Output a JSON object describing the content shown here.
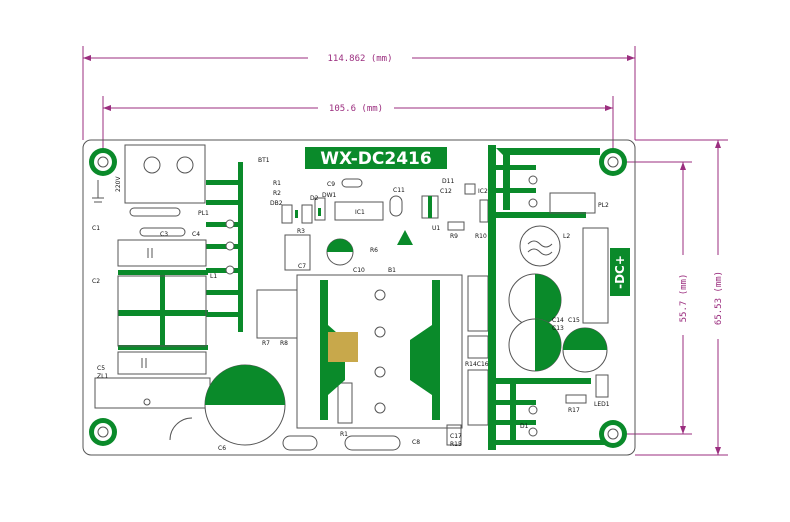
{
  "title": "WX-DC2416",
  "dc_label": "-DC+",
  "colors": {
    "trace": "#0a8a2a",
    "dimension": "#9b2e7f",
    "outline": "#555555",
    "gold": "#c8a84b"
  },
  "dimensions": {
    "overall_width": "114.862 (mm)",
    "hole_width": "105.6 (mm)",
    "hole_height": "55.7 (mm)",
    "overall_height": "65.53 (mm)"
  },
  "components": [
    {
      "name": "BT1",
      "text": "BT1"
    },
    {
      "name": "R1",
      "text": "R1"
    },
    {
      "name": "R2",
      "text": "R2"
    },
    {
      "name": "DB2",
      "text": "DB2"
    },
    {
      "name": "D2",
      "text": "D2"
    },
    {
      "name": "DW1",
      "text": "DW1"
    },
    {
      "name": "C9",
      "text": "C9"
    },
    {
      "name": "C11",
      "text": "C11"
    },
    {
      "name": "D11",
      "text": "D11"
    },
    {
      "name": "C12",
      "text": "C12"
    },
    {
      "name": "IC2",
      "text": "IC2"
    },
    {
      "name": "IC1",
      "text": "IC1"
    },
    {
      "name": "U1",
      "text": "U1"
    },
    {
      "name": "R9",
      "text": "R9"
    },
    {
      "name": "R10",
      "text": "R10"
    },
    {
      "name": "PL1",
      "text": "PL1"
    },
    {
      "name": "PL2",
      "text": "PL2"
    },
    {
      "name": "C1",
      "text": "C1"
    },
    {
      "name": "C2",
      "text": "C2"
    },
    {
      "name": "C3",
      "text": "C3"
    },
    {
      "name": "C4",
      "text": "C4"
    },
    {
      "name": "L1",
      "text": "L1"
    },
    {
      "name": "L2",
      "text": "L2"
    },
    {
      "name": "R3",
      "text": "R3"
    },
    {
      "name": "R6",
      "text": "R6"
    },
    {
      "name": "C7",
      "text": "C7"
    },
    {
      "name": "C10",
      "text": "C10"
    },
    {
      "name": "B1",
      "text": "B1"
    },
    {
      "name": "R7",
      "text": "R7"
    },
    {
      "name": "R8",
      "text": "R8"
    },
    {
      "name": "C14",
      "text": "C14"
    },
    {
      "name": "C13",
      "text": "C13"
    },
    {
      "name": "C15",
      "text": "C15"
    },
    {
      "name": "R14C16",
      "text": "R14C16"
    },
    {
      "name": "C5",
      "text": "C5"
    },
    {
      "name": "ZL1",
      "text": "ZL1"
    },
    {
      "name": "C6",
      "text": "C6"
    },
    {
      "name": "R1b",
      "text": "R1"
    },
    {
      "name": "C8",
      "text": "C8"
    },
    {
      "name": "C17",
      "text": "C17"
    },
    {
      "name": "R15",
      "text": "R15"
    },
    {
      "name": "R17",
      "text": "R17"
    },
    {
      "name": "D1",
      "text": "D1"
    },
    {
      "name": "LED1",
      "text": "LED1"
    },
    {
      "name": "ACIN",
      "text": "220V"
    }
  ]
}
